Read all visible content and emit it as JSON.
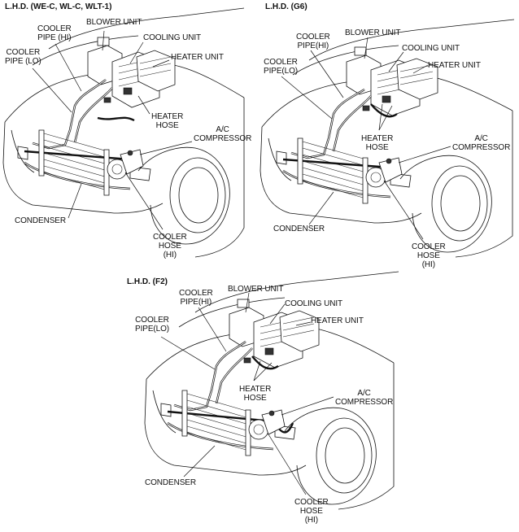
{
  "diagrams": [
    {
      "title": "L.H.D. (WE-C, WL-C, WLT-1)",
      "labels": {
        "blower_unit": "BLOWER UNIT",
        "cooler_pipe_hi": "COOLER\nPIPE (HI)",
        "cooling_unit": "COOLING UNIT",
        "cooler_pipe_lo": "COOLER\nPIPE (LO)",
        "heater_unit": "HEATER UNIT",
        "heater_hose": "HEATER\nHOSE",
        "ac_compressor": "A/C\nCOMPRESSOR",
        "condenser": "CONDENSER",
        "cooler_hose_hi": "COOLER\nHOSE\n(HI)"
      }
    },
    {
      "title": "L.H.D. (G6)",
      "labels": {
        "blower_unit": "BLOWER UNIT",
        "cooler_pipe_hi": "COOLER\nPIPE(HI)",
        "cooling_unit": "COOLING UNIT",
        "cooler_pipe_lo": "COOLER\nPIPE(LO)",
        "heater_unit": "HEATER UNIT",
        "heater_hose": "HEATER\nHOSE",
        "ac_compressor": "A/C\nCOMPRESSOR",
        "condenser": "CONDENSER",
        "cooler_hose_hi": "COOLER\nHOSE\n(HI)"
      }
    },
    {
      "title": "L.H.D. (F2)",
      "labels": {
        "blower_unit": "BLOWER UNIT",
        "cooler_pipe_hi": "COOLER\nPIPE(HI)",
        "cooling_unit": "COOLING UNIT",
        "cooler_pipe_lo": "COOLER\nPIPE(LO)",
        "heater_unit": "HEATER UNIT",
        "heater_hose": "HEATER\nHOSE",
        "ac_compressor": "A/C\nCOMPRESSOR",
        "condenser": "CONDENSER",
        "cooler_hose_hi": "COOLER\nHOSE\n(HI)"
      }
    }
  ]
}
